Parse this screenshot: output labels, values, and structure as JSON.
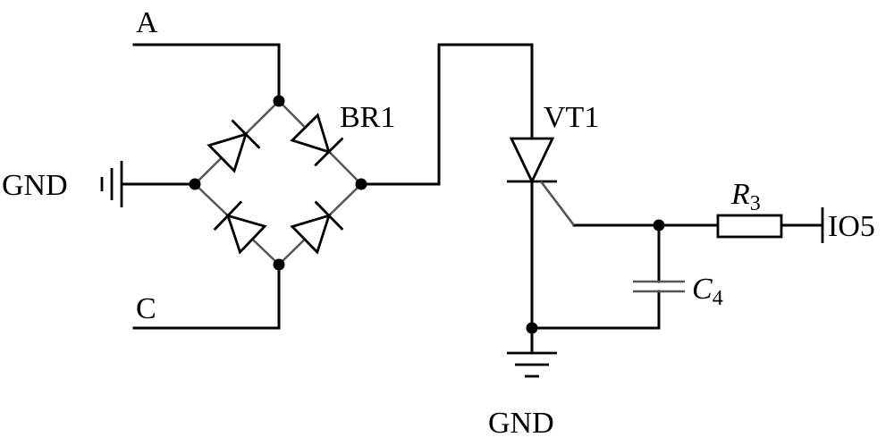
{
  "labels": {
    "terminal_a": "A",
    "terminal_c": "C",
    "gnd_left": "GND",
    "bridge": "BR1",
    "thyristor": "VT1",
    "resistor_letter": "R",
    "resistor_sub": "3",
    "capacitor_letter": "C",
    "capacitor_sub": "4",
    "io_pin": "IO5",
    "gnd_bottom": "GND"
  },
  "colors": {
    "wire": "#000000",
    "component_body": "#555555",
    "background": "#ffffff"
  }
}
